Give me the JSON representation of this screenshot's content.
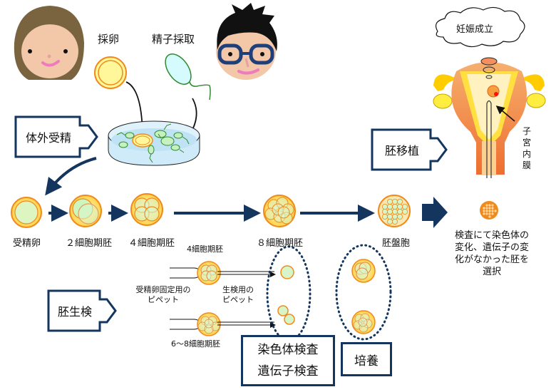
{
  "top": {
    "egg_retrieval": "採卵",
    "sperm_collection": "精子採取"
  },
  "callouts": {
    "ivf": "体外受精",
    "embryo_transfer": "胚移植",
    "embryo_biopsy": "胚生検"
  },
  "pregnancy_bubble": "妊娠成立",
  "endometrium_label": [
    "子",
    "宮",
    "内",
    "膜"
  ],
  "stages": [
    {
      "label": "受精卵"
    },
    {
      "label": "２細胞期胚"
    },
    {
      "label": "４細胞期胚"
    },
    {
      "label": "８細胞期胚"
    },
    {
      "label": "胚盤胞"
    }
  ],
  "selection_note": [
    "検査にて染色体の",
    "変化、遺伝子の変",
    "化がなかった胚を",
    "選択"
  ],
  "biopsy": {
    "top_stage": "4細胞期胚",
    "bottom_stage": "6～8細胞期胚",
    "holding_pipette": [
      "受精卵固定用の",
      "ピペット"
    ],
    "biopsy_pipette": [
      "生検用の",
      "ピペット"
    ],
    "tests": [
      "染色体検査",
      "遺伝子検査"
    ],
    "culture": "培養"
  },
  "colors": {
    "navy": "#14355e",
    "egg_orange": "#f08a1c",
    "egg_yellow": "#fff799",
    "cell_green": "#d8f5c8",
    "sperm_green": "#2f8a2f",
    "uterus": "#f07a3a"
  }
}
